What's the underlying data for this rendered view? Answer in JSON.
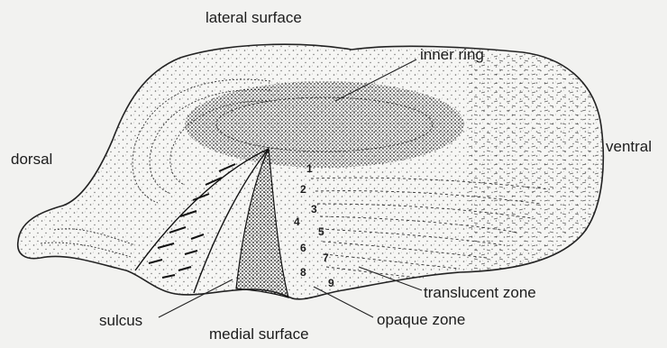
{
  "diagram": {
    "labels": {
      "lateral_surface": "lateral surface",
      "inner_ring": "inner ring",
      "dorsal": "dorsal",
      "ventral": "ventral",
      "translucent_zone": "translucent zone",
      "sulcus": "sulcus",
      "opaque_zone": "opaque zone",
      "medial_surface": "medial surface"
    },
    "ring_numbers": [
      "1",
      "2",
      "3",
      "4",
      "5",
      "6",
      "7",
      "8",
      "9"
    ]
  }
}
